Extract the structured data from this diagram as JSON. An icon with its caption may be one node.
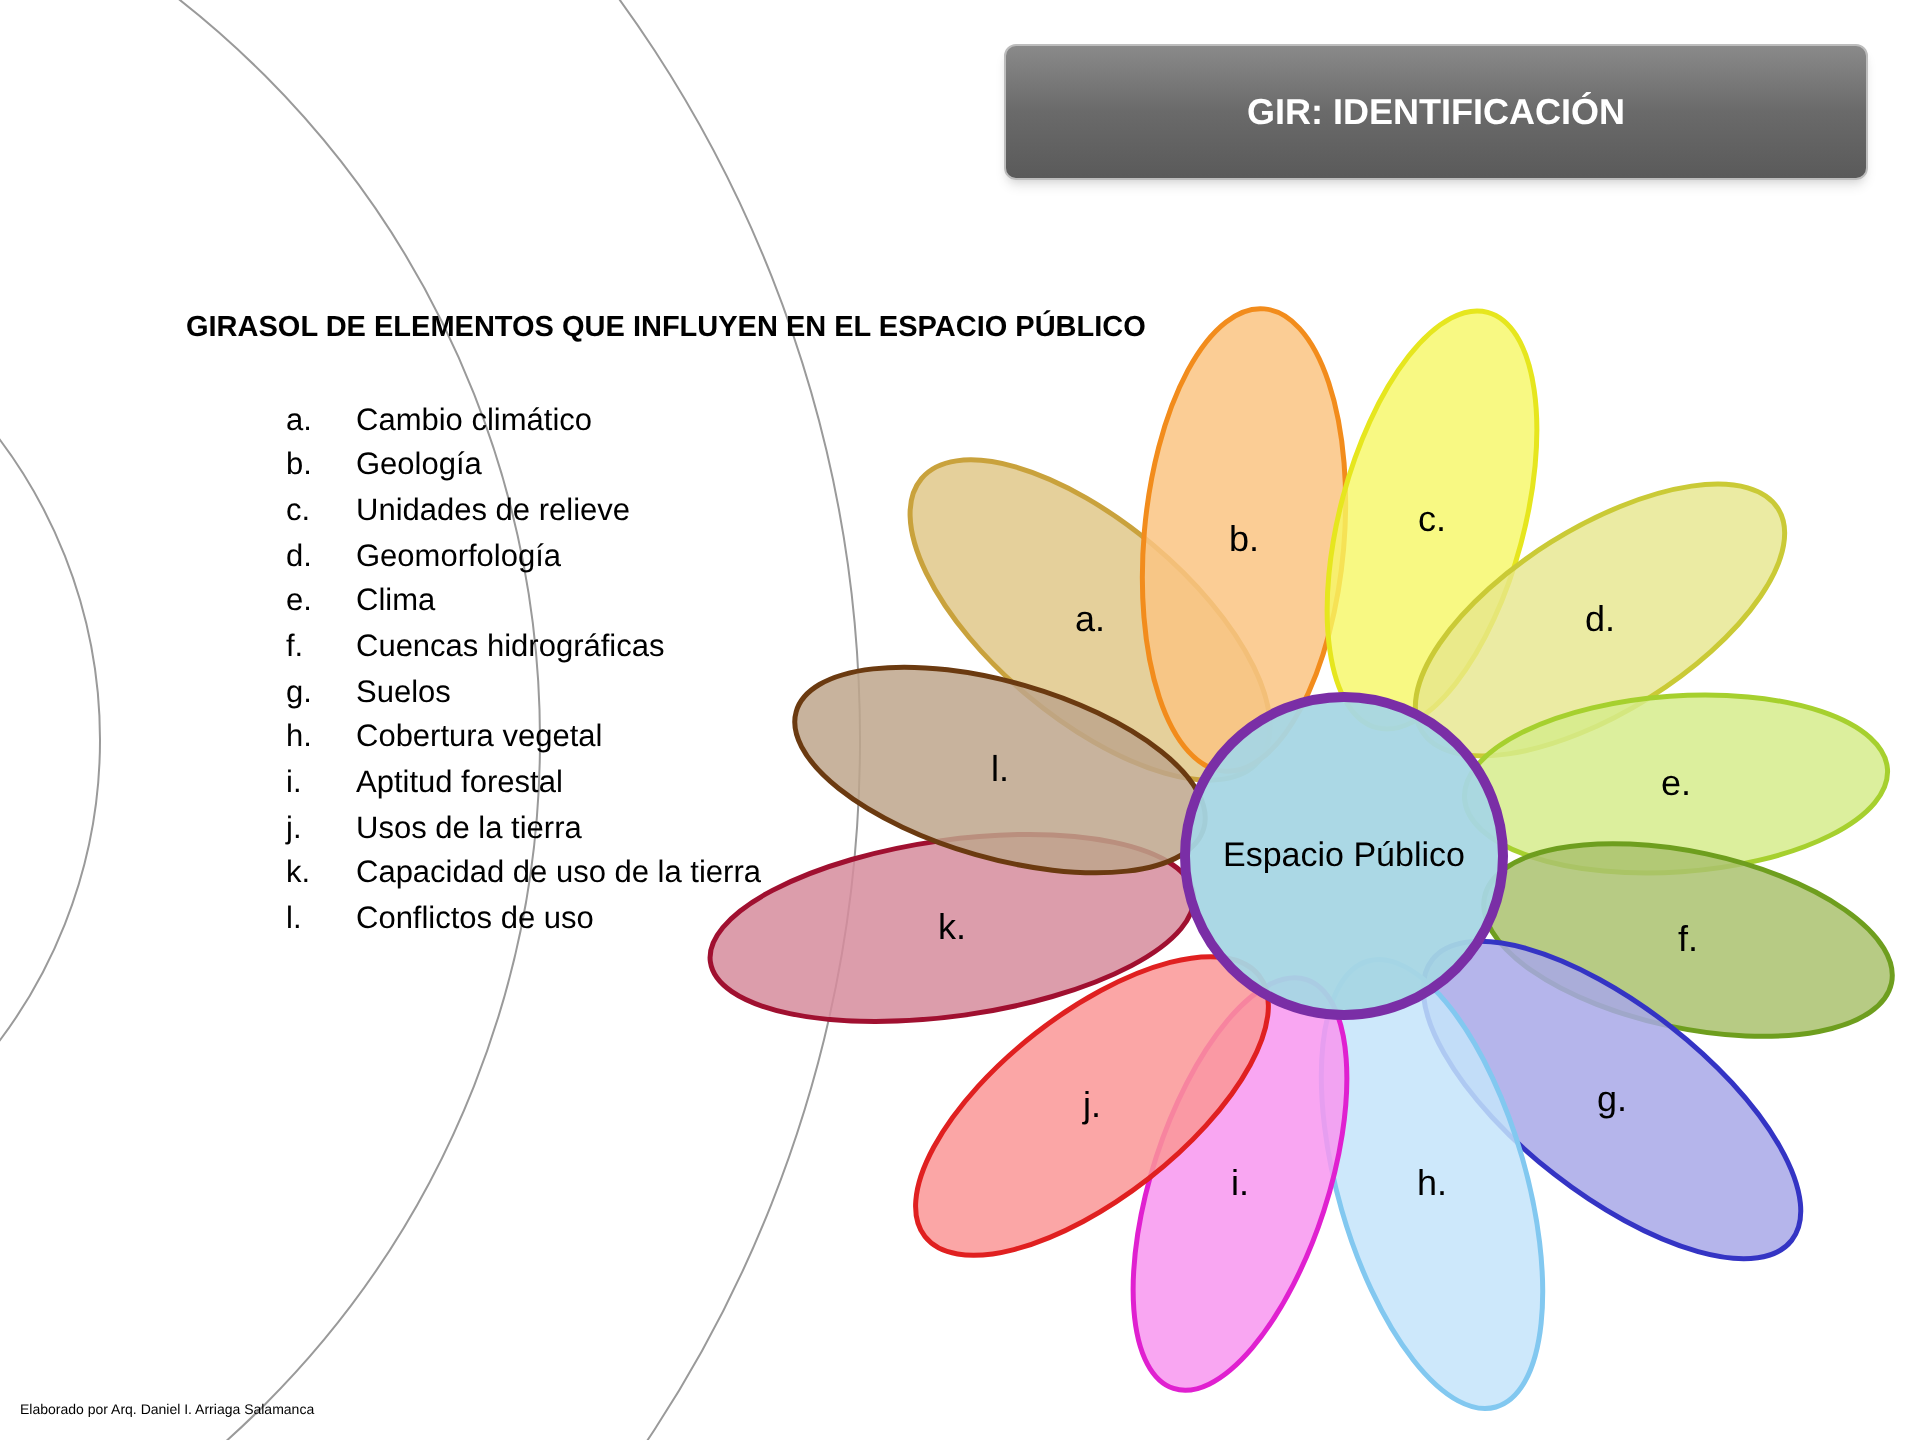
{
  "diagram": {
    "title": "GIR: IDENTIFICACIÓN",
    "nodes": [
      {
        "text": [
          "a."
        ]
      },
      {
        "text": [
          "b."
        ]
      },
      {
        "text": [
          "c."
        ]
      },
      {
        "text": [
          "d."
        ]
      },
      {
        "text": [
          "e."
        ]
      },
      {
        "text": [
          "f."
        ]
      },
      {
        "text": [
          "g."
        ]
      },
      {
        "text": [
          "h."
        ]
      },
      {
        "text": [
          "i."
        ]
      },
      {
        "text": [
          "j."
        ]
      },
      {
        "text": [
          "k."
        ]
      },
      {
        "text": [
          "l."
        ]
      },
      {
        "text": [
          "Espacio Público"
        ]
      }
    ],
    "labels": [
      "GIRASOL DE ELEMENTOS QUE INFLUYEN EN EL ESPACIO PÚBLICO",
      "a.",
      "Cambio climático",
      "b.",
      "Geología",
      "c.",
      "Unidades de relieve",
      "d.",
      "Geomorfología",
      "e.",
      "Clima",
      "f.",
      "Cuencas hidrográficas",
      "g.",
      "Suelos",
      "h.",
      "Cobertura vegetal",
      "i.",
      "Aptitud forestal",
      "j.",
      "Usos de la tierra",
      "k.",
      "Capacidad de uso de la tierra",
      "l.",
      "Conflictos de uso",
      "Elaborado por Arq. Daniel I. Arriaga Salamanca"
    ]
  }
}
